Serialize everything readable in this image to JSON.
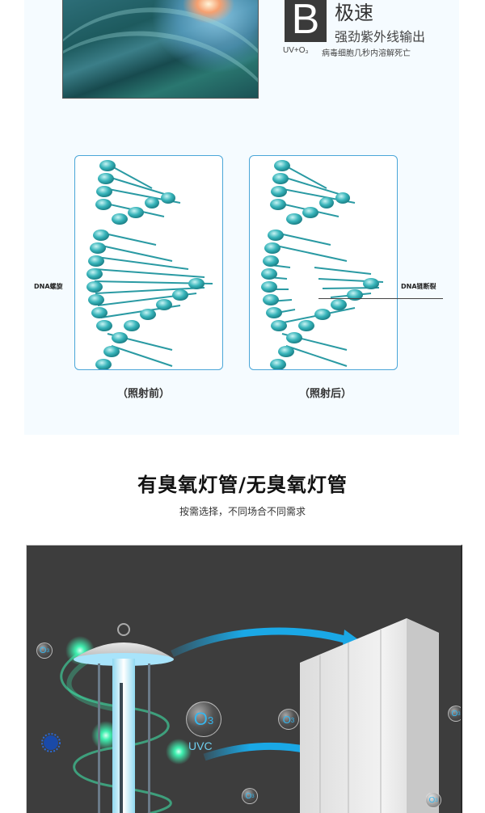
{
  "top_panel": {
    "badge_letter": "B",
    "speed_title": "极速",
    "speed_subtitle": "强劲紫外线输出",
    "uv_label": "UV+O₃",
    "uv_description": "病毒细胞几秒内溶解死亡"
  },
  "dna_comparison": {
    "left_label": "DNA螺旋",
    "right_label": "DNA链断裂",
    "left_caption": "（照射前）",
    "right_caption": "（照射后）"
  },
  "section": {
    "title": "有臭氧灯管/无臭氧灯管",
    "subtitle": "按需选择，不同场合不同需求"
  },
  "illustration": {
    "uvc_label": "UVC",
    "o3_bubbles": [
      {
        "text": "O",
        "sub": "3"
      },
      {
        "text": "O",
        "sub": "3"
      },
      {
        "text": "O",
        "sub": "3"
      },
      {
        "text": "O",
        "sub": "3"
      },
      {
        "text": "O",
        "sub": "3"
      },
      {
        "text": "O",
        "sub": "3"
      }
    ]
  },
  "colors": {
    "panel_bg": "#f5fbff",
    "dna_teal": "#2fb3b8",
    "card_border": "#4aa6d8",
    "dark_bg": "#3d3d3d",
    "arrow_blue": "#1aa8e6",
    "glow_green": "#3ff0b0",
    "o3_text": "#35b6ee"
  }
}
